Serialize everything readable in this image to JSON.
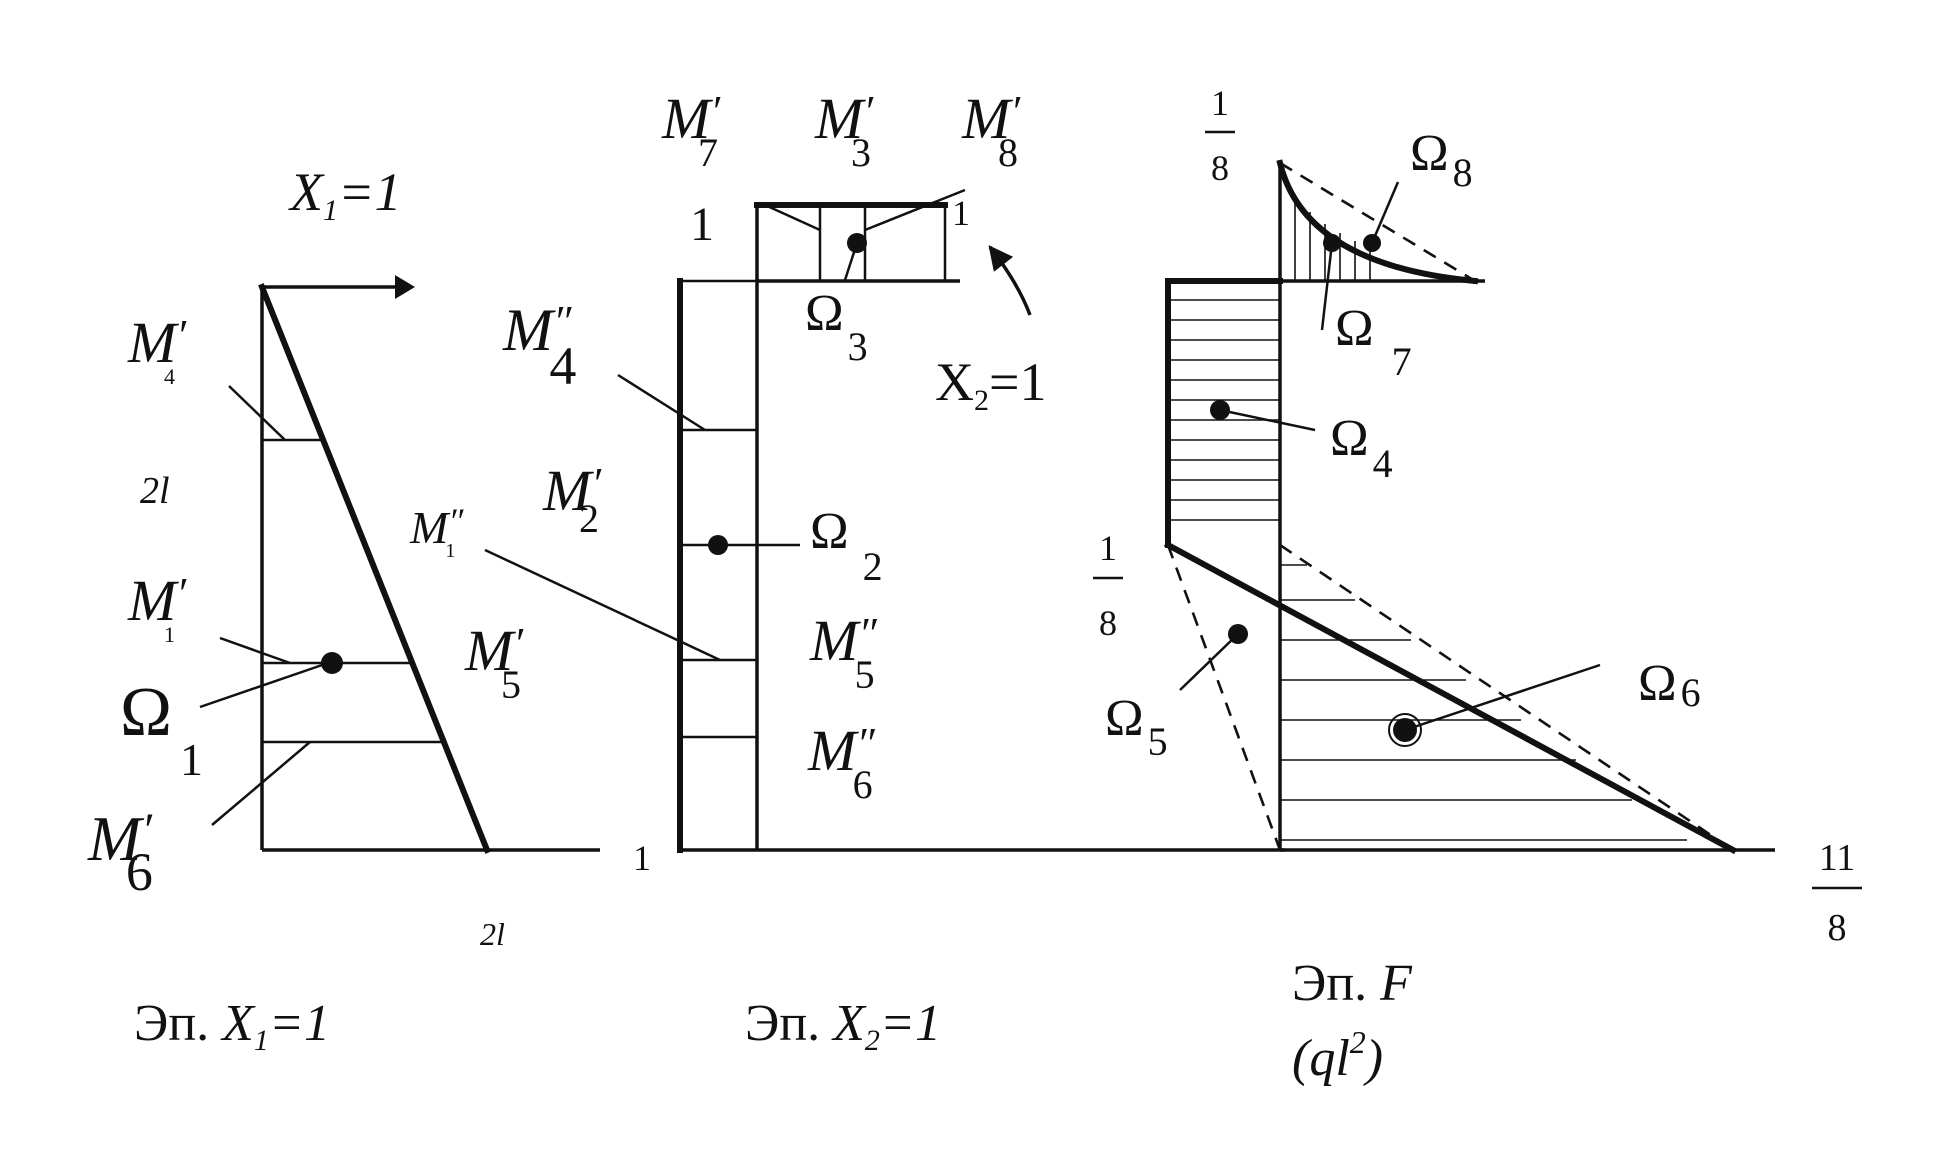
{
  "diagram1": {
    "title_prefix": "Эп.",
    "title_var": "X",
    "title_sub": "1",
    "title_suffix": "=1",
    "load_var": "X",
    "load_sub": "1",
    "load_suffix": "=1",
    "dim_height": "2l",
    "dim_base": "2l",
    "labels": [
      {
        "m": "M",
        "prime": "′",
        "sub": "4"
      },
      {
        "m": "M",
        "prime": "′",
        "sub": "1"
      },
      {
        "m": "M",
        "prime": "′",
        "sub": "5"
      },
      {
        "m": "M",
        "prime": "′",
        "sub": "6"
      }
    ],
    "omega": {
      "sym": "Ω",
      "sub": "1"
    }
  },
  "diagram2": {
    "title_prefix": "Эп.",
    "title_var": "X",
    "title_sub": "2",
    "title_suffix": "=1",
    "moment_var": "X",
    "moment_sub": "2",
    "moment_suffix": "=1",
    "value_top_left": "1",
    "value_top_right": "1",
    "value_bottom": "1",
    "labels": [
      {
        "m": "M",
        "prime": "′",
        "sub": "7"
      },
      {
        "m": "M",
        "prime": "′",
        "sub": "3"
      },
      {
        "m": "M",
        "prime": "′",
        "sub": "8"
      },
      {
        "m": "M",
        "prime": "″",
        "sub": "4"
      },
      {
        "m": "M",
        "prime": "′",
        "sub": "2"
      },
      {
        "m": "M",
        "prime": "″",
        "sub": "1"
      },
      {
        "m": "M",
        "prime": "″",
        "sub": "5"
      },
      {
        "m": "M",
        "prime": "″",
        "sub": "6"
      }
    ],
    "omegas": [
      {
        "sym": "Ω",
        "sub": "3"
      },
      {
        "sym": "Ω",
        "sub": "2"
      }
    ]
  },
  "diagram3": {
    "title_prefix": "Эп.",
    "title_var": "F",
    "units_open": "(ql",
    "units_sup": "2",
    "units_close": ")",
    "frac_top": {
      "num": "1",
      "den": "8"
    },
    "frac_mid": {
      "num": "1",
      "den": "8"
    },
    "frac_bottom": {
      "num": "11",
      "den": "8"
    },
    "omegas": [
      {
        "sym": "Ω",
        "sub": "8"
      },
      {
        "sym": "Ω",
        "sub": "7"
      },
      {
        "sym": "Ω",
        "sub": "4"
      },
      {
        "sym": "Ω",
        "sub": "5"
      },
      {
        "sym": "Ω",
        "sub": "6"
      }
    ]
  }
}
